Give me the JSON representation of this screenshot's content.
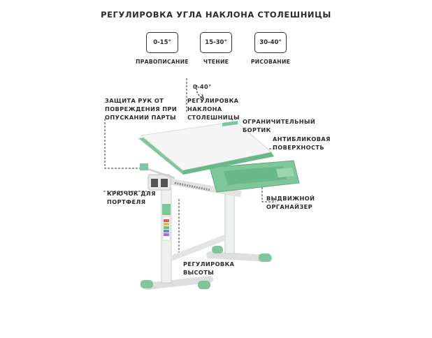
{
  "title": "РЕГУЛИРОВКА УГЛА НАКЛОНА СТОЛЕШНИЦЫ",
  "angles": [
    {
      "range": "0-15°",
      "caption": "ПРАВОПИСАНИЕ"
    },
    {
      "range": "15-30°",
      "caption": "ЧТЕНИЕ"
    },
    {
      "range": "30-40°",
      "caption": "РИСОВАНИЕ"
    }
  ],
  "labels": {
    "tilt_range": "0-40°",
    "tilt_adjust": [
      "РЕГУЛИРОВКА",
      "НАКЛОНА",
      "СТОЛЕШНИЦЫ"
    ],
    "hand_protect": [
      "ЗАЩИТА РУК ОТ",
      "ПОВРЕЖДЕНИЯ ПРИ",
      "ОПУСКАНИИ ПАРТЫ"
    ],
    "limit_edge": [
      "ОГРАНИЧИТЕЛЬНЫЙ",
      "БОРТИК"
    ],
    "antiglare": [
      "АНТИБЛИКОВАЯ",
      "ПОВЕРХНОСТЬ"
    ],
    "bag_hook": [
      "КРЮЧОК ДЛЯ",
      "ПОРТФЕЛЯ"
    ],
    "organizer": [
      "ВЫДВИЖНОЙ",
      "ОРГАНАЙЗЕР"
    ],
    "height_adjust": [
      "РЕГУЛИРОВКА",
      "ВЫСОТЫ"
    ]
  },
  "colors": {
    "accent_green": "#7fc79a",
    "frame_white": "#eef1ef",
    "text": "#2b2b2b",
    "leader": "#333333"
  }
}
